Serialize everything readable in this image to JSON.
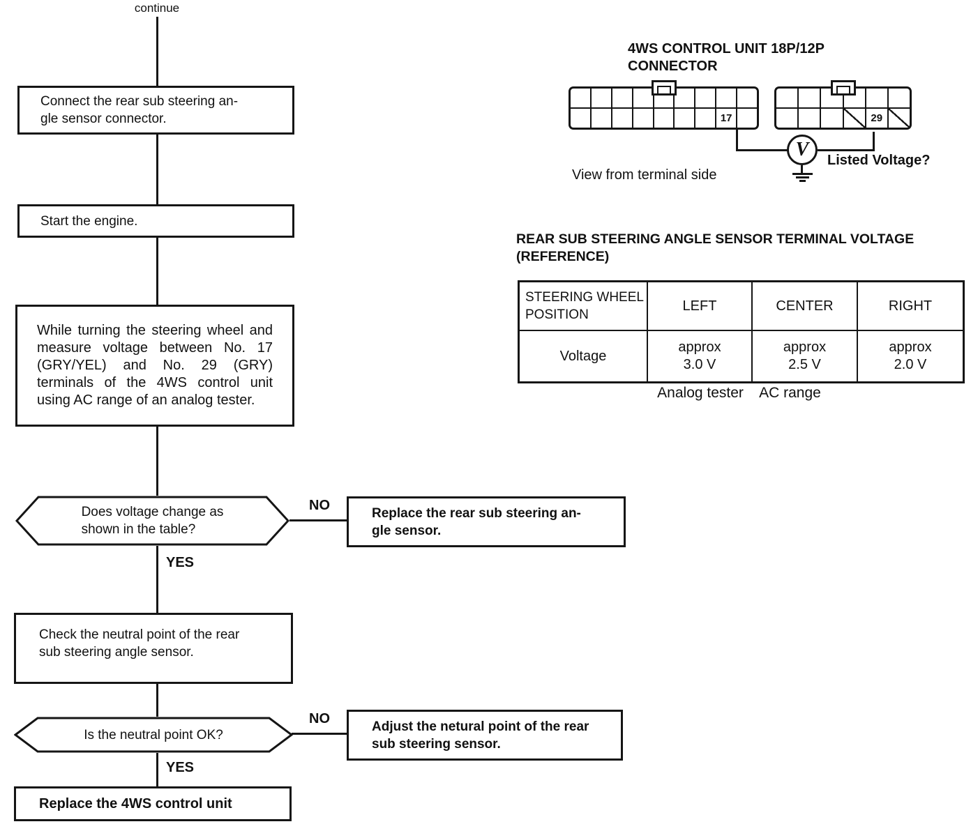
{
  "flowchart": {
    "continue_label": "continue",
    "yes_label": "YES",
    "no_label": "NO",
    "steps": {
      "connect_sensor": "Connect the rear sub steering an-\ngle sensor connector.",
      "start_engine": "Start the engine.",
      "measure_voltage": "While turning the steering wheel and measure voltage between No. 17 (GRY/YEL) and No. 29 (GRY) terminals of the 4WS control unit using AC range of an analog tester.",
      "check_neutral_point": "Check the neutral point of the rear\nsub steering angle sensor.",
      "replace_control_unit": "Replace the 4WS control unit"
    },
    "decisions": {
      "voltage_change": "Does voltage change as\nshown in the table?",
      "neutral_point_ok": "Is the neutral point OK?"
    },
    "no_actions": {
      "replace_sensor": "Replace the rear sub steering an-\ngle sensor.",
      "adjust_neutral_point": "Adjust the netural point of the rear\nsub steering sensor."
    }
  },
  "connector_diagram": {
    "title": "4WS CONTROL UNIT 18P/12P\nCONNECTOR",
    "terminal_17": "17",
    "terminal_29": "29",
    "voltmeter_symbol": "V",
    "listed_voltage_label": "Listed Voltage?",
    "view_note": "View from terminal side"
  },
  "voltage_table": {
    "title": "REAR SUB STEERING ANGLE SENSOR TERMINAL VOLTAGE\n(REFERENCE)",
    "row_header": "STEERING WHEEL\nPOSITION",
    "columns": [
      "LEFT",
      "CENTER",
      "RIGHT"
    ],
    "row_label": "Voltage",
    "values": [
      "approx\n3.0 V",
      "approx\n2.5 V",
      "approx\n2.0 V"
    ],
    "caption": "Analog tester    AC range"
  }
}
